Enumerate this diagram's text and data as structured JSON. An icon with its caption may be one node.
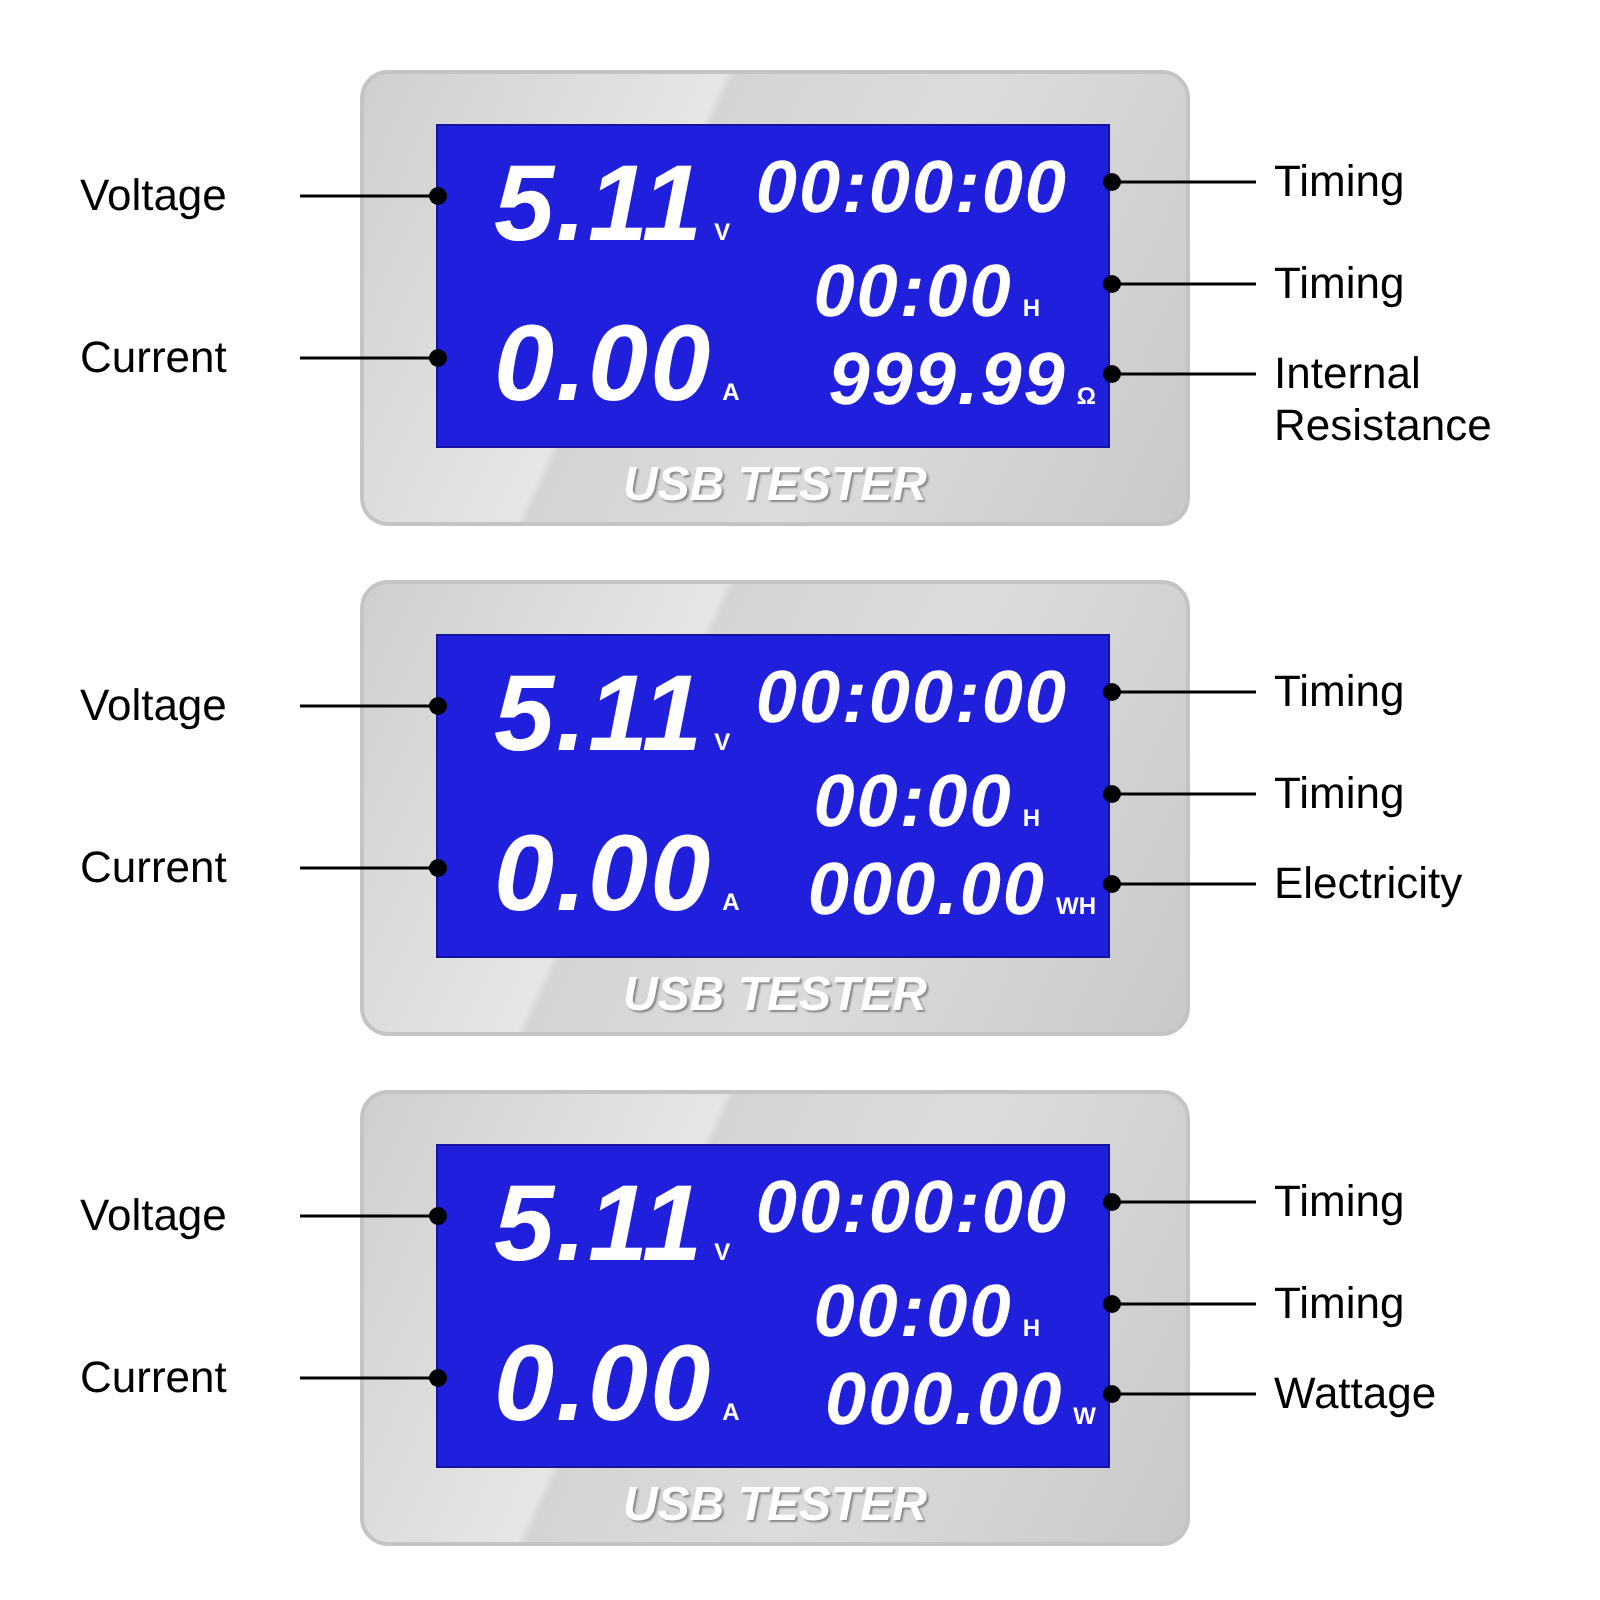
{
  "diagram": {
    "nodes": [
      {
        "text": [
          "USB TESTER"
        ]
      },
      {
        "text": [],
        "shape": "box",
        "in": 0
      },
      {
        "text": [
          "5.11",
          "V"
        ],
        "in": 1
      },
      {
        "text": [
          "00:00:00"
        ],
        "in": 1
      },
      {
        "text": [
          "00:00",
          "H"
        ],
        "in": 1
      },
      {
        "text": [
          "0.00",
          "A"
        ],
        "in": 1
      },
      {
        "text": [
          "999.99",
          "Ω"
        ],
        "in": 1
      },
      {
        "text": [
          "Voltage"
        ]
      },
      {
        "text": [
          "Timing"
        ]
      },
      {
        "text": [
          "Timing"
        ]
      },
      {
        "text": [
          "Current"
        ]
      },
      {
        "text": [
          "Internal Resistance"
        ]
      },
      {
        "text": [
          "USB TESTER"
        ]
      },
      {
        "text": [],
        "shape": "box",
        "in": 12
      },
      {
        "text": [
          "5.11",
          "V"
        ],
        "in": 13
      },
      {
        "text": [
          "00:00:00"
        ],
        "in": 13
      },
      {
        "text": [
          "00:00",
          "H"
        ],
        "in": 13
      },
      {
        "text": [
          "0.00",
          "A"
        ],
        "in": 13
      },
      {
        "text": [
          "000.00",
          "WH"
        ],
        "in": 13
      },
      {
        "text": [
          "Voltage"
        ]
      },
      {
        "text": [
          "Timing"
        ]
      },
      {
        "text": [
          "Timing"
        ]
      },
      {
        "text": [
          "Current"
        ]
      },
      {
        "text": [
          "Electricity"
        ]
      },
      {
        "text": [
          "USB TESTER"
        ]
      },
      {
        "text": [],
        "shape": "box",
        "in": 24
      },
      {
        "text": [
          "5.11",
          "V"
        ],
        "in": 25
      },
      {
        "text": [
          "00:00:00"
        ],
        "in": 25
      },
      {
        "text": [
          "00:00",
          "H"
        ],
        "in": 25
      },
      {
        "text": [
          "0.00",
          "A"
        ],
        "in": 25
      },
      {
        "text": [
          "000.00",
          "W"
        ],
        "in": 25
      },
      {
        "text": [
          "Voltage"
        ]
      },
      {
        "text": [
          "Timing"
        ]
      },
      {
        "text": [
          "Timing"
        ]
      },
      {
        "text": [
          "Current"
        ]
      },
      {
        "text": [
          "Wattage"
        ]
      }
    ],
    "edges": [
      {
        "from": 7,
        "to": 2,
        "arrow": "other"
      },
      {
        "from": 8,
        "to": 3,
        "arrow": "other"
      },
      {
        "from": 9,
        "to": 4,
        "arrow": "other"
      },
      {
        "from": 10,
        "to": 5,
        "arrow": "other"
      },
      {
        "from": 11,
        "to": 6,
        "arrow": "other"
      },
      {
        "from": 19,
        "to": 14,
        "arrow": "other"
      },
      {
        "from": 20,
        "to": 15,
        "arrow": "other"
      },
      {
        "from": 21,
        "to": 16,
        "arrow": "other"
      },
      {
        "from": 22,
        "to": 17,
        "arrow": "other"
      },
      {
        "from": 23,
        "to": 18,
        "arrow": "other"
      },
      {
        "from": 31,
        "to": 26,
        "arrow": "other"
      },
      {
        "from": 32,
        "to": 27,
        "arrow": "other"
      },
      {
        "from": 33,
        "to": 28,
        "arrow": "other"
      },
      {
        "from": 34,
        "to": 29,
        "arrow": "other"
      },
      {
        "from": 35,
        "to": 30,
        "arrow": "other"
      }
    ]
  }
}
